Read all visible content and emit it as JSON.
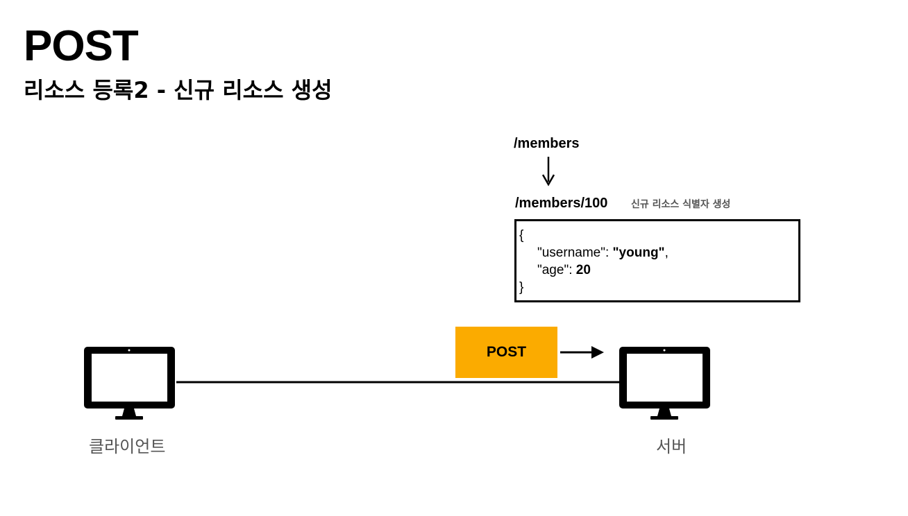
{
  "header": {
    "title": "POST",
    "subtitle": "리소스 등록2 - 신규 리소스 생성"
  },
  "resource": {
    "collection_path": "/members",
    "new_path": "/members/100",
    "note": "신규 리소스 식별자 생성"
  },
  "body_json": {
    "open": "{",
    "username_key": "\"username\": ",
    "username_value": "\"young\"",
    "comma": ",",
    "age_key": "\"age\": ",
    "age_value": "20",
    "close": "}"
  },
  "request": {
    "method_label": "POST"
  },
  "nodes": {
    "client_label": "클라이언트",
    "server_label": "서버"
  },
  "colors": {
    "method_box": "#fbab00",
    "label_text": "#555555",
    "lines": "#000000"
  },
  "icons": {
    "client": "monitor-icon",
    "server": "monitor-icon"
  }
}
